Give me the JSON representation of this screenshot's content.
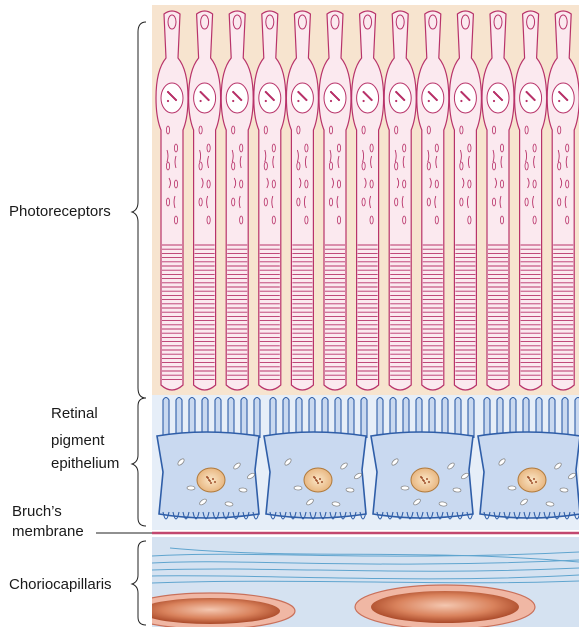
{
  "labels": {
    "photoreceptors": "Photoreceptors",
    "rpe_line1": "Retinal",
    "rpe_line2": "pigment",
    "rpe_line3": "epithelium",
    "bruch_line1": "Bruch’s",
    "bruch_line2": "membrane",
    "choriocapillaris": "Choriocapillaris"
  },
  "colors": {
    "photoreceptor_bg": "#f7e4cf",
    "photoreceptor_outline": "#b8336a",
    "photoreceptor_fill": "#fbe9ef",
    "rpe_outline": "#2f5ea8",
    "rpe_fill": "#c9d9f0",
    "rpe_bg": "#e6eef8",
    "choroid_bg": "#d5e2f1",
    "vessel_fill": "#d47a55",
    "vessel_dark": "#9e3b1c",
    "bruch_line": "#c2486f"
  }
}
